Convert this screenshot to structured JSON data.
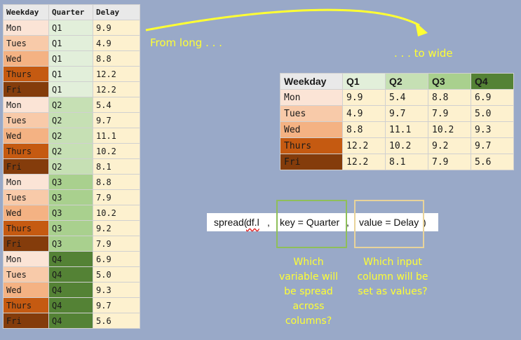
{
  "long_table": {
    "headers": [
      "Weekday",
      "Quarter",
      "Delay"
    ],
    "rows": [
      {
        "day": "Mon",
        "quarter": "Q1",
        "delay": "9.9"
      },
      {
        "day": "Tues",
        "quarter": "Q1",
        "delay": "4.9"
      },
      {
        "day": "Wed",
        "quarter": "Q1",
        "delay": "8.8"
      },
      {
        "day": "Thurs",
        "quarter": "Q1",
        "delay": "12.2"
      },
      {
        "day": "Fri",
        "quarter": "Q1",
        "delay": "12.2"
      },
      {
        "day": "Mon",
        "quarter": "Q2",
        "delay": "5.4"
      },
      {
        "day": "Tues",
        "quarter": "Q2",
        "delay": "9.7"
      },
      {
        "day": "Wed",
        "quarter": "Q2",
        "delay": "11.1"
      },
      {
        "day": "Thurs",
        "quarter": "Q2",
        "delay": "10.2"
      },
      {
        "day": "Fri",
        "quarter": "Q2",
        "delay": "8.1"
      },
      {
        "day": "Mon",
        "quarter": "Q3",
        "delay": "8.8"
      },
      {
        "day": "Tues",
        "quarter": "Q3",
        "delay": "7.9"
      },
      {
        "day": "Wed",
        "quarter": "Q3",
        "delay": "10.2"
      },
      {
        "day": "Thurs",
        "quarter": "Q3",
        "delay": "9.2"
      },
      {
        "day": "Fri",
        "quarter": "Q3",
        "delay": "7.9"
      },
      {
        "day": "Mon",
        "quarter": "Q4",
        "delay": "6.9"
      },
      {
        "day": "Tues",
        "quarter": "Q4",
        "delay": "5.0"
      },
      {
        "day": "Wed",
        "quarter": "Q4",
        "delay": "9.3"
      },
      {
        "day": "Thurs",
        "quarter": "Q4",
        "delay": "9.7"
      },
      {
        "day": "Fri",
        "quarter": "Q4",
        "delay": "5.6"
      }
    ]
  },
  "wide_table": {
    "headers": [
      "Weekday",
      "Q1",
      "Q2",
      "Q3",
      "Q4"
    ],
    "rows": [
      {
        "day": "Mon",
        "values": [
          "9.9",
          "5.4",
          "8.8",
          "6.9"
        ]
      },
      {
        "day": "Tues",
        "values": [
          "4.9",
          "9.7",
          "7.9",
          "5.0"
        ]
      },
      {
        "day": "Wed",
        "values": [
          "8.8",
          "11.1",
          "10.2",
          "9.3"
        ]
      },
      {
        "day": "Thurs",
        "values": [
          "12.2",
          "10.2",
          "9.2",
          "9.7"
        ]
      },
      {
        "day": "Fri",
        "values": [
          "12.2",
          "8.1",
          "7.9",
          "5.6"
        ]
      }
    ]
  },
  "annotations": {
    "from_long": "From long . . .",
    "to_wide": ". . . to wide",
    "key_question": [
      "Which",
      "variable will",
      "be spread",
      "across",
      "columns?"
    ],
    "value_question": [
      "Which input",
      "column will be",
      "set as values?"
    ]
  },
  "code": {
    "fn": "spread(",
    "df": "df.l",
    "comma1": ",",
    "key": "key = Quarter",
    "comma2": ",",
    "value": "value = Delay",
    "close": ")"
  },
  "colors": {
    "background": "#99a9c8",
    "annotation": "#ffff33",
    "value_cell": "#fdf1cf",
    "day_colors": {
      "Mon": "#fbe4d6",
      "Tues": "#f8caa9",
      "Wed": "#f4b283",
      "Thurs": "#c55a11",
      "Fri": "#843c0b"
    },
    "quarter_colors": {
      "Q1": "#e2efda",
      "Q2": "#c6e0b4",
      "Q3": "#a9d08e",
      "Q4": "#548235"
    },
    "key_box": "#8fbf5a",
    "value_box": "#e8d39a"
  }
}
